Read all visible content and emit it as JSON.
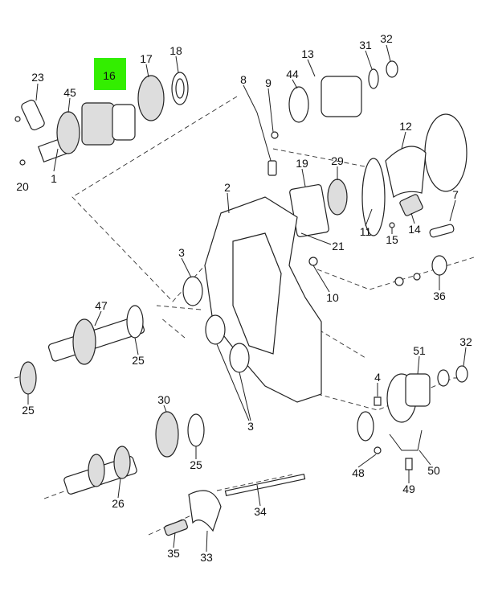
{
  "highlight_color": "#33ee00",
  "callouts": {
    "c23": "23",
    "c45": "45",
    "c16": "16",
    "c17": "17",
    "c18": "18",
    "c1": "1",
    "c20": "20",
    "c8": "8",
    "c9": "9",
    "c13": "13",
    "c44": "44",
    "c31": "31",
    "c32a": "32",
    "c12": "12",
    "c19": "19",
    "c29": "29",
    "c2": "2",
    "c7": "7",
    "c11": "11",
    "c15": "15",
    "c14": "14",
    "c21": "21",
    "c3a": "3",
    "c10": "10",
    "c36": "36",
    "c47": "47",
    "c25a": "25",
    "c25b": "25",
    "c4": "4",
    "c51": "51",
    "c32b": "32",
    "c30": "30",
    "c25c": "25",
    "c3b": "3",
    "c48": "48",
    "c50": "50",
    "c49": "49",
    "c26": "26",
    "c34": "34",
    "c35": "35",
    "c33": "33"
  }
}
